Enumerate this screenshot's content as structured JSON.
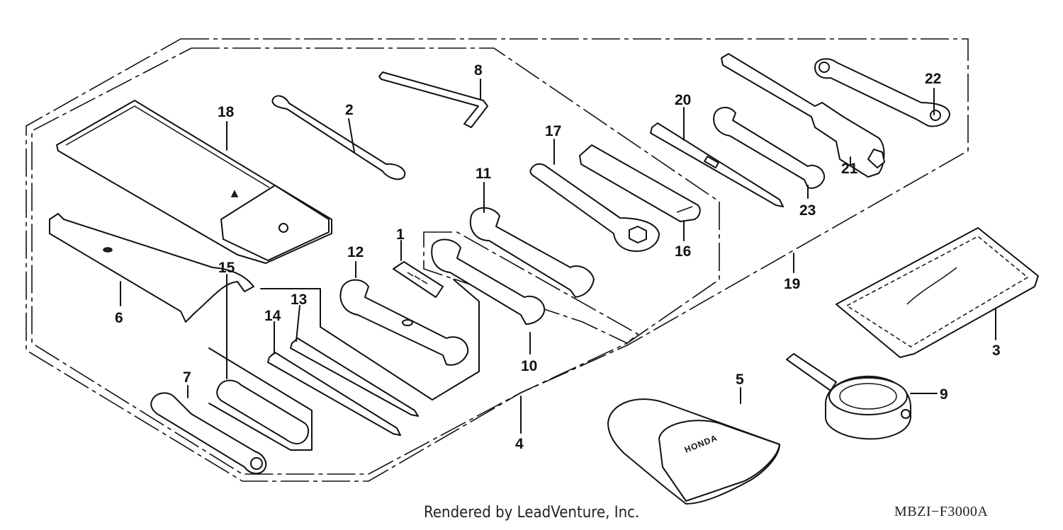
{
  "callouts": {
    "c1": "1",
    "c2": "2",
    "c3": "3",
    "c4": "4",
    "c5": "5",
    "c6": "6",
    "c7": "7",
    "c8": "8",
    "c9": "9",
    "c10": "10",
    "c11": "11",
    "c12": "12",
    "c13": "13",
    "c14": "14",
    "c15": "15",
    "c16": "16",
    "c17": "17",
    "c18": "18",
    "c19": "19",
    "c20": "20",
    "c21": "21",
    "c22": "22",
    "c23": "23"
  },
  "credit": "Rendered by LeadVenture, Inc.",
  "part_number": "MBZI−F3000A",
  "bag_brand": "HONDA"
}
